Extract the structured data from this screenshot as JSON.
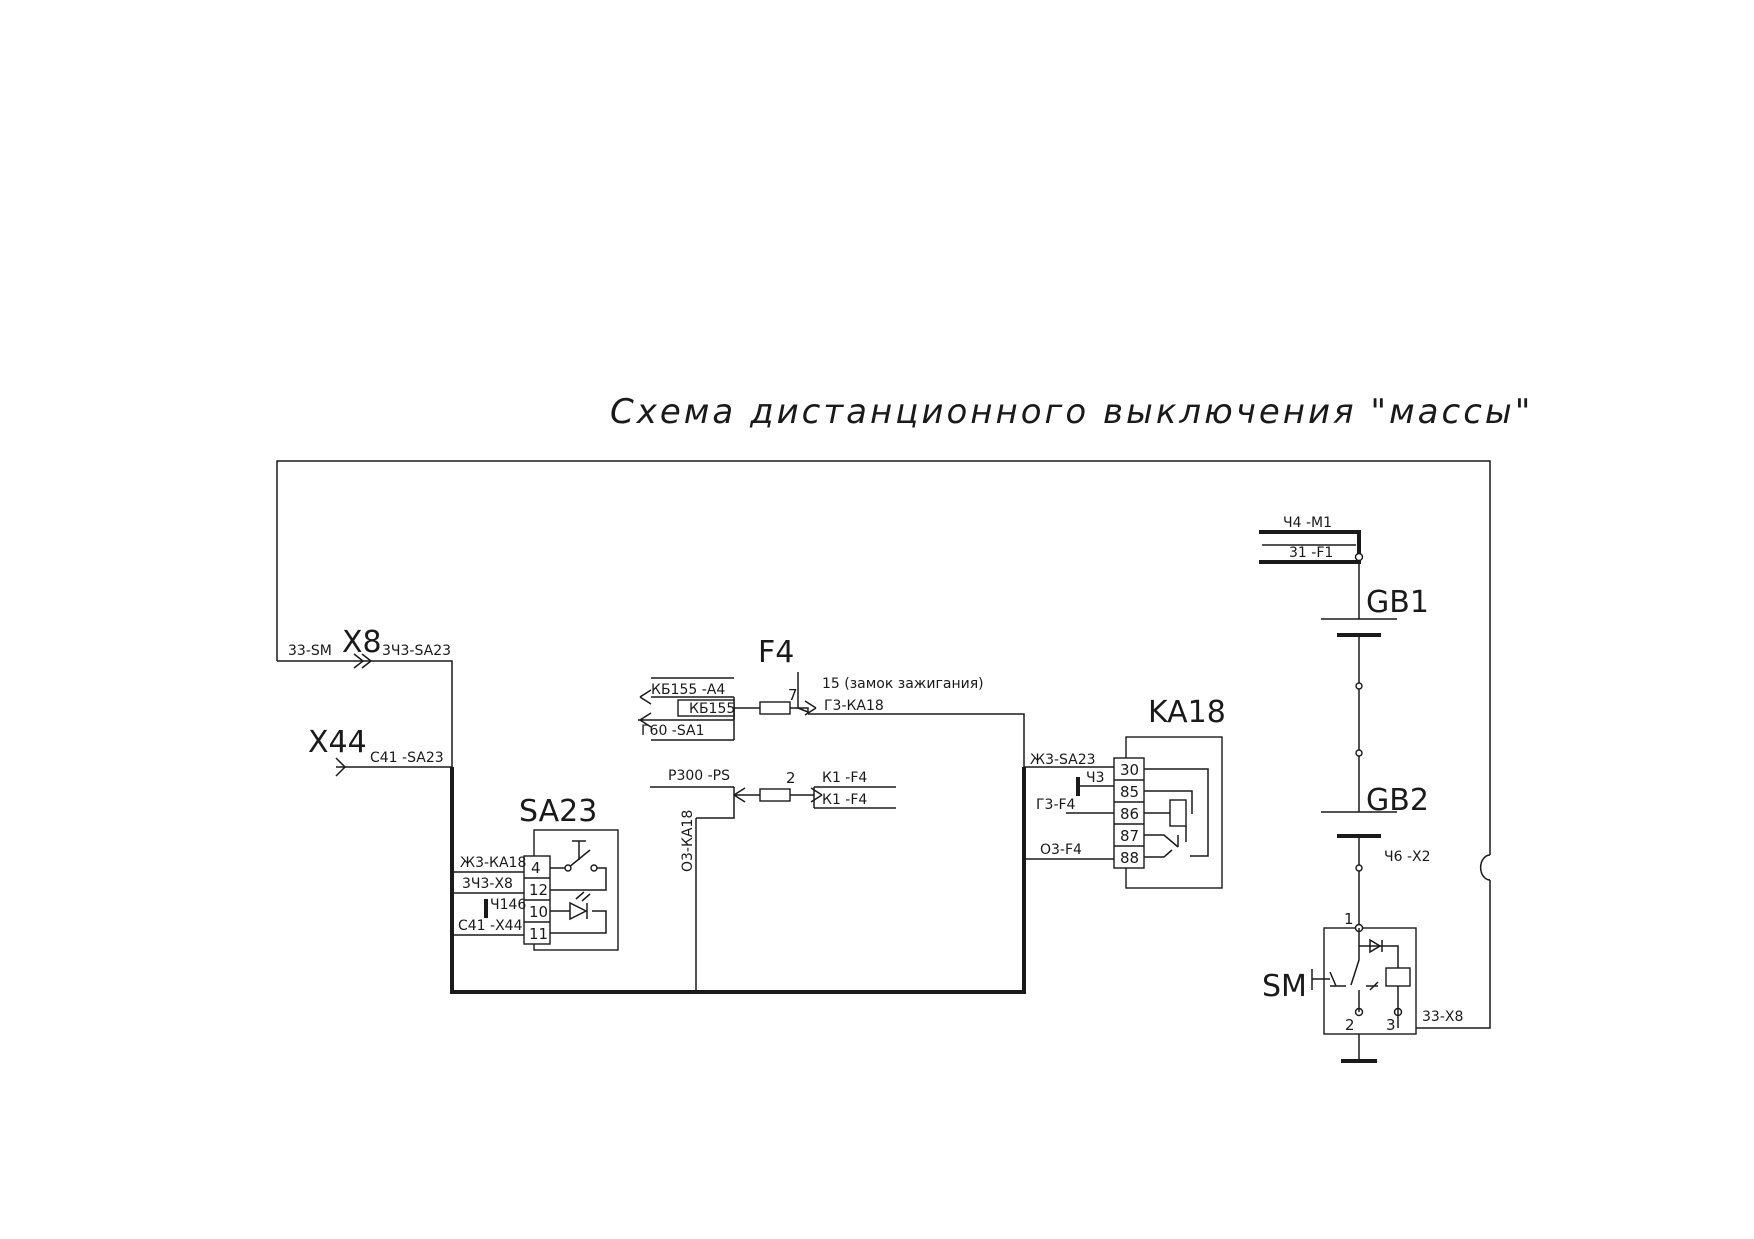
{
  "title": "Схема дистанционного выключения \"массы\"",
  "components": {
    "x8": "X8",
    "x44": "X44",
    "f4": "F4",
    "ka18": "KA18",
    "sa23": "SA23",
    "gb1": "GB1",
    "gb2": "GB2",
    "sm": "SM"
  },
  "wires": {
    "x8_in": "33-SM",
    "x8_out": "3Ч3-SA23",
    "x44_out": "С41 -SA23",
    "f4_kb155_a4": "КБ155 -А4",
    "f4_kb155": "КБ155",
    "f4_g60": "Г60 -SA1",
    "f4_p300": "Р300 -PS",
    "f4_o3": "О3-КА18",
    "f4_top_num": "7",
    "f4_ignition": "15 (замок зажигания)",
    "f4_g3": "Г3-КА18",
    "f4_bot_num": "2",
    "f4_k1_a": "К1 -F4",
    "f4_k1_b": "К1 -F4",
    "ka18_zh3": "Ж3-SA23",
    "ka18_ch3": "Ч3",
    "ka18_g3": "Г3-F4",
    "ka18_o3": "О3-F4",
    "sa23_zh3": "Ж3-КА18",
    "sa23_3ch3": "3Ч3-Х8",
    "sa23_ch146": "Ч146",
    "sa23_c41": "С41 -Х44",
    "gb1_ch4": "Ч4 -М1",
    "gb1_31": "31 -F1",
    "gb2_ch6": "Ч6 -Х2",
    "sm_33": "33-Х8"
  },
  "pins": {
    "ka18": [
      "30",
      "85",
      "86",
      "87",
      "88"
    ],
    "sa23": [
      "4",
      "12",
      "10",
      "11"
    ],
    "sm": [
      "1",
      "2",
      "3"
    ]
  }
}
